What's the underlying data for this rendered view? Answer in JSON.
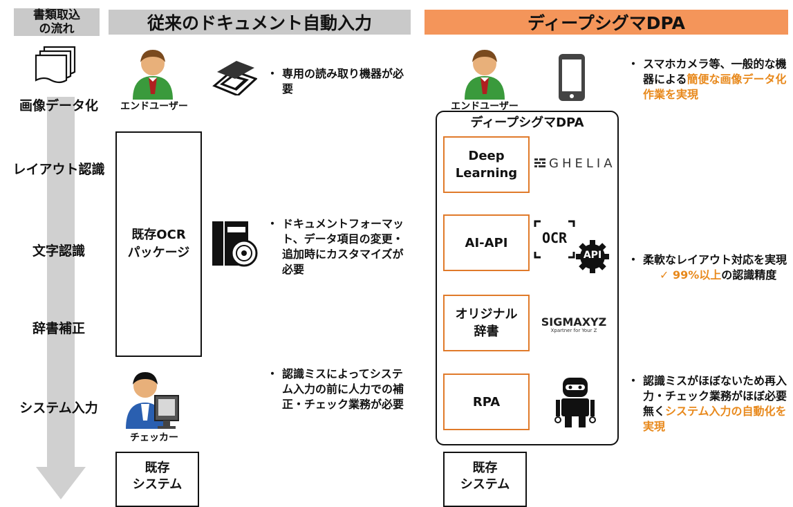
{
  "header": {
    "flow_line1": "書類取込",
    "flow_line2": "の流れ",
    "old_title": "従来のドキュメント自動入力",
    "new_title": "ディープシグマDPA"
  },
  "steps": [
    "画像データ化",
    "レイアウト認識",
    "文字認識",
    "辞書補正",
    "システム入力"
  ],
  "old": {
    "end_user_label": "エンドユーザー",
    "ocr_package_line1": "既存OCR",
    "ocr_package_line2": "パッケージ",
    "checker_label": "チェッカー",
    "existing_system_line1": "既存",
    "existing_system_line2": "システム",
    "bullet1": "専用の読み取り機器が必要",
    "bullet2": "ドキュメントフォーマット、データ項目の変更・追加時にカスタマイズが必要",
    "bullet3": "認識ミスによってシステム入力の前に人力での補正・チェック業務が必要"
  },
  "new": {
    "end_user_label": "エンドユーザー",
    "frame_title": "ディープシグマDPA",
    "box_deep_line1": "Deep",
    "box_deep_line2": "Learning",
    "box_aiapi": "AI-API",
    "box_dict_line1": "オリジナル",
    "box_dict_line2": "辞書",
    "box_rpa": "RPA",
    "ghelia_logo": "GHELIA",
    "ocr_logo": "OCR",
    "api_logo": "API",
    "sigmaxyz_logo": "SIGMAXYZ",
    "sigmaxyz_tagline": "Xpartner for Your Z",
    "existing_system_line1": "既存",
    "existing_system_line2": "システム",
    "bullet1_a": "スマホカメラ等、一般的な機器による",
    "bullet1_b": "簡便な画像データ化作業を実現",
    "bullet2": "柔軟なレイアウト対応を実現",
    "bullet2_check_a": "99%以上",
    "bullet2_check_b": "の認識精度",
    "bullet3_a": "認識ミスがほぼないため再入力・チェック業務がほぼ必要無く",
    "bullet3_b": "システム入力の自動化を実現"
  },
  "colors": {
    "accent_orange": "#e8891c",
    "header_orange": "#f4955a",
    "header_gray": "#c9c9c9",
    "arrow_gray": "#d0d0d0"
  },
  "icons": [
    "document-stack-icon",
    "user-icon",
    "scanner-icon",
    "software-package-icon",
    "checker-user-icon",
    "smartphone-icon",
    "ocr-icon",
    "api-gear-icon",
    "robot-icon",
    "ghelia-logo-icon"
  ]
}
